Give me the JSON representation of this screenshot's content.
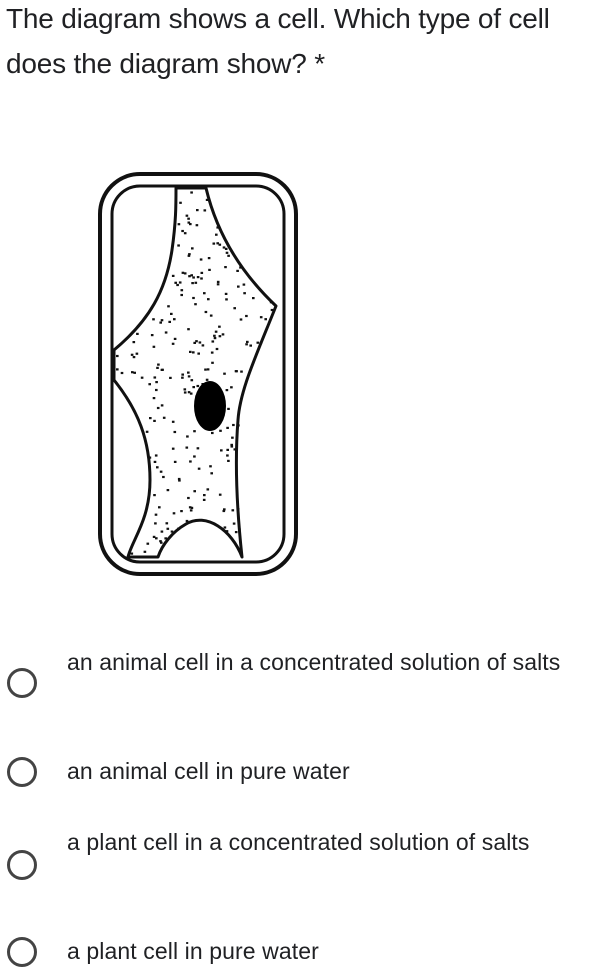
{
  "question": {
    "text": "The diagram shows a cell. Which type of cell does the diagram show?",
    "required_marker": "*"
  },
  "diagram": {
    "subject": "plant-cell-illustration",
    "stroke_color": "#111111",
    "fill_color": "#ffffff"
  },
  "options": [
    {
      "label": "an animal cell in a concentrated solution of salts",
      "selected": false
    },
    {
      "label": "an animal cell in pure water",
      "selected": false
    },
    {
      "label": "a plant cell in a concentrated solution of salts",
      "selected": false
    },
    {
      "label": "a plant cell in pure water",
      "selected": false
    }
  ]
}
